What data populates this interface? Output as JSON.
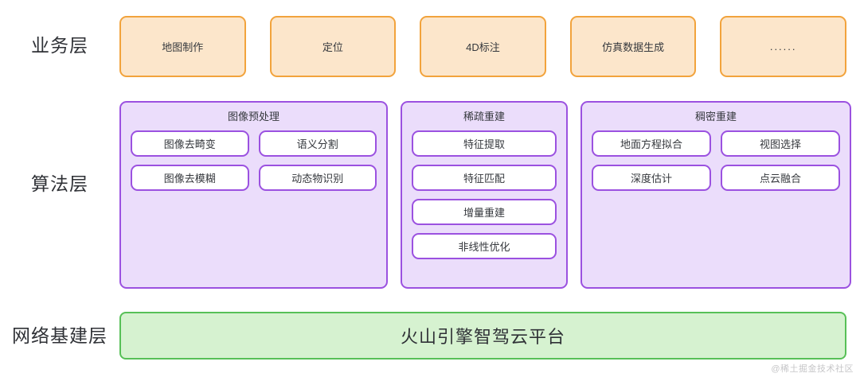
{
  "layers": [
    {
      "id": "business",
      "label": "业务层",
      "color": {
        "fill": "#fce6cb",
        "border": "#f2a33c"
      },
      "cards": [
        {
          "label": "地图制作"
        },
        {
          "label": "定位"
        },
        {
          "label": "4D标注"
        },
        {
          "label": "仿真数据生成"
        },
        {
          "label": "......"
        }
      ]
    },
    {
      "id": "algorithm",
      "label": "算法层",
      "color": {
        "fill": "#ebddfb",
        "border": "#9b51e0",
        "item_fill": "#ffffff"
      },
      "groups": [
        {
          "title": "图像预处理",
          "columns": 2,
          "items": [
            "图像去畸变",
            "语义分割",
            "图像去模糊",
            "动态物识别"
          ]
        },
        {
          "title": "稀疏重建",
          "columns": 1,
          "items": [
            "特征提取",
            "特征匹配",
            "增量重建",
            "非线性优化"
          ]
        },
        {
          "title": "稠密重建",
          "columns": 2,
          "items": [
            "地面方程拟合",
            "视图选择",
            "深度估计",
            "点云融合"
          ]
        }
      ]
    },
    {
      "id": "infrastructure",
      "label": "网络基建层",
      "color": {
        "fill": "#d6f2d0",
        "border": "#57c057"
      },
      "platform_label": "火山引擎智驾云平台"
    }
  ],
  "watermark": "@稀土掘金技术社区"
}
